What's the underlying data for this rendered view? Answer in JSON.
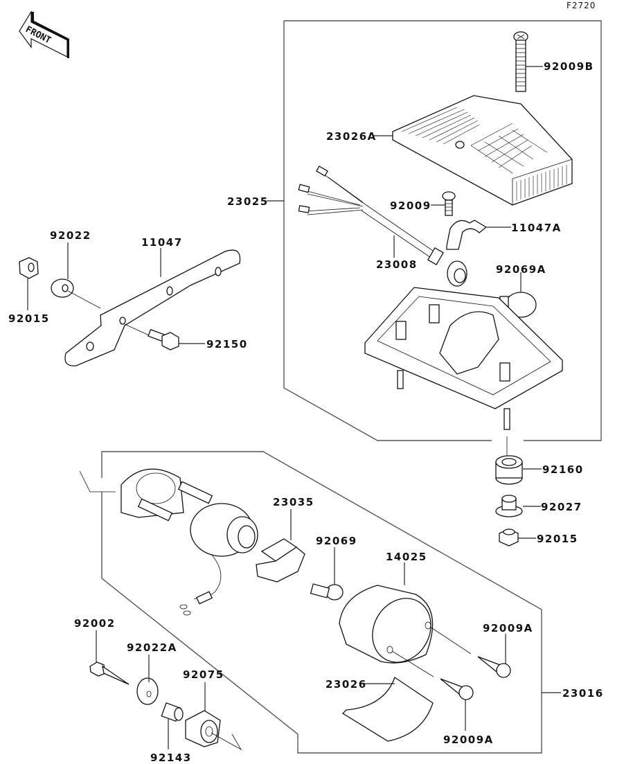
{
  "figure_code": "F2720",
  "front_indicator": "FRONT",
  "groups": {
    "upper_assembly": "23025",
    "lower_assembly": "23016"
  },
  "labels": [
    {
      "id": "l-92009B",
      "text": "92009B"
    },
    {
      "id": "l-23026A",
      "text": "23026A"
    },
    {
      "id": "l-23025",
      "text": "23025"
    },
    {
      "id": "l-92009",
      "text": "92009"
    },
    {
      "id": "l-11047A",
      "text": "11047A"
    },
    {
      "id": "l-23008",
      "text": "23008"
    },
    {
      "id": "l-92069A",
      "text": "92069A"
    },
    {
      "id": "l-92022",
      "text": "92022"
    },
    {
      "id": "l-11047",
      "text": "11047"
    },
    {
      "id": "l-92015a",
      "text": "92015"
    },
    {
      "id": "l-92150",
      "text": "92150"
    },
    {
      "id": "l-92160",
      "text": "92160"
    },
    {
      "id": "l-92027",
      "text": "92027"
    },
    {
      "id": "l-92015b",
      "text": "92015"
    },
    {
      "id": "l-23035",
      "text": "23035"
    },
    {
      "id": "l-92069",
      "text": "92069"
    },
    {
      "id": "l-14025",
      "text": "14025"
    },
    {
      "id": "l-92002",
      "text": "92002"
    },
    {
      "id": "l-92022A",
      "text": "92022A"
    },
    {
      "id": "l-92075",
      "text": "92075"
    },
    {
      "id": "l-92009A-1",
      "text": "92009A"
    },
    {
      "id": "l-23026",
      "text": "23026"
    },
    {
      "id": "l-23016",
      "text": "23016"
    },
    {
      "id": "l-92009A-2",
      "text": "92009A"
    },
    {
      "id": "l-92143",
      "text": "92143"
    }
  ]
}
